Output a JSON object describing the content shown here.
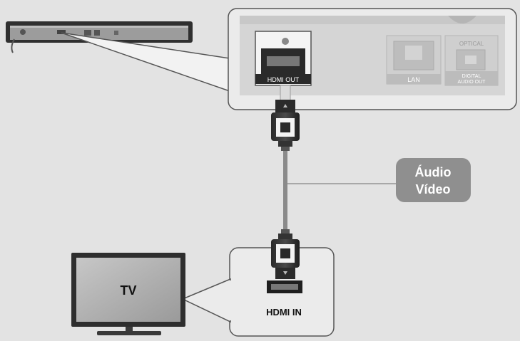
{
  "ports": {
    "hdmi_out": "HDMI OUT",
    "lan": "LAN",
    "optical_top": "OPTICAL",
    "digital_audio_out_line1": "DIGITAL",
    "digital_audio_out_line2": "AUDIO OUT"
  },
  "signal_badge": {
    "line1": "Áudio",
    "line2": "Vídeo",
    "color": "#8f8f8f"
  },
  "tv": {
    "label": "TV"
  },
  "tv_port": {
    "label": "HDMI IN"
  },
  "colors": {
    "background": "#e3e3e3",
    "callout_panel": "#ebebeb",
    "cable": "#8a8a8a",
    "connector": "#1f1f1f"
  }
}
